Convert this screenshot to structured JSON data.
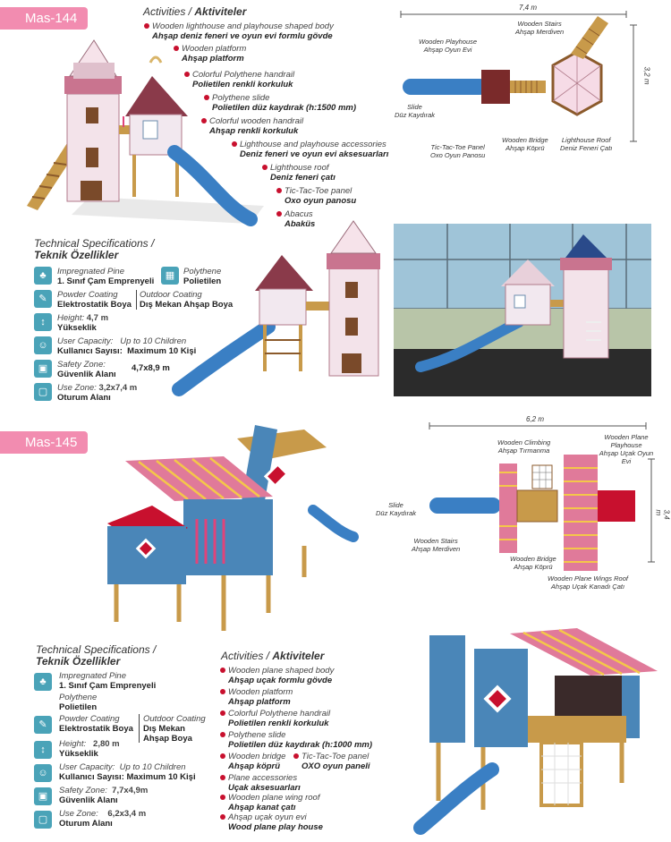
{
  "p1": {
    "badge": "Mas-144",
    "activities_title_en": "Activities /",
    "activities_title_tr": "Aktiviteler",
    "activities": [
      {
        "en": "Wooden lighthouse and playhouse shaped body",
        "tr": "Ahşap deniz feneri ve oyun evi formlu gövde"
      },
      {
        "en": "Wooden platform",
        "tr": "Ahşap platform"
      },
      {
        "en": "Colorful Polythene handrail",
        "tr": "Polietilen renkli korkuluk"
      },
      {
        "en": "Polythene slide",
        "tr": "Polietilen düz kaydırak (h:1500 mm)"
      },
      {
        "en": "Colorful wooden handrail",
        "tr": "Ahşap renkli korkuluk"
      },
      {
        "en": "Lighthouse and playhouse accessories",
        "tr": "Deniz feneri ve oyun evi aksesuarları"
      },
      {
        "en": "Lighthouse roof",
        "tr": "Deniz feneri çatı"
      },
      {
        "en": "Tic-Tac-Toe panel",
        "tr": "Oxo oyun panosu"
      },
      {
        "en": "Abacus",
        "tr": "Abaküs"
      }
    ],
    "spec_title_en": "Technical Specifications /",
    "spec_title_tr": "Teknik Özellikler",
    "specs": {
      "pine_en": "Impregnated Pine",
      "pine_tr": "1. Sınıf Çam Emprenyeli",
      "poly_en": "Polythene",
      "poly_tr": "Polietilen",
      "powder_en": "Powder Coating",
      "powder_tr": "Elektrostatik Boya",
      "outdoor_en": "Outdoor Coating",
      "outdoor_tr": "Dış Mekan Ahşap Boya",
      "height_en": "Height:",
      "height_tr": "Yükseklik",
      "height_val": "4,7 m",
      "capacity_en": "User Capacity:",
      "capacity_tr": "Kullanıcı Sayısı:",
      "capacity_val_en": "Up to 10 Children",
      "capacity_val_tr": "Maximum 10 Kişi",
      "safety_en": "Safety Zone:",
      "safety_tr": "Güvenlik Alanı",
      "safety_val": "4,7x8,9 m",
      "use_en": "Use Zone:",
      "use_val": "3,2x7,4 m",
      "use_tr": "Oturum Alanı"
    },
    "plan": {
      "width": "7,4 m",
      "depth": "3,2 m",
      "labels": {
        "playhouse_en": "Wooden Playhouse",
        "playhouse_tr": "Ahşap Oyun Evi",
        "stairs_en": "Wooden Stairs",
        "stairs_tr": "Ahşap Merdiven",
        "slide_en": "Slide",
        "slide_tr": "Düz Kaydırak",
        "tictac_en": "Tic-Tac-Toe Panel",
        "tictac_tr": "Oxo Oyun Panosu",
        "bridge_en": "Wooden Bridge",
        "bridge_tr": "Ahşap Köprü",
        "roof_en": "Lighthouse Roof",
        "roof_tr": "Deniz Feneri Çatı"
      }
    }
  },
  "p2": {
    "badge": "Mas-145",
    "activities_title_en": "Activities /",
    "activities_title_tr": "Aktiviteler",
    "activities": [
      {
        "en": "Wooden plane shaped body",
        "tr": "Ahşap uçak formlu gövde"
      },
      {
        "en": "Wooden platform",
        "tr": "Ahşap platform"
      },
      {
        "en": "Colorful Polythene handrail",
        "tr": "Polietilen renkli korkuluk"
      },
      {
        "en": "Polythene slide",
        "tr": "Polietilen düz kaydırak (h:1000 mm)"
      },
      {
        "en": "Wooden bridge",
        "tr": "Ahşap köprü"
      },
      {
        "en": "Plane accessories",
        "tr": "Uçak aksesuarları"
      },
      {
        "en": "Wooden plane wing roof",
        "tr": "Ahşap kanat çatı"
      },
      {
        "en": "Ahşap uçak oyun evi",
        "tr": "Wood plane play house"
      }
    ],
    "tictac_en": "Tic-Tac-Toe panel",
    "tictac_tr": "OXO oyun paneli",
    "spec_title_en": "Technical Specifications /",
    "spec_title_tr": "Teknik Özellikler",
    "specs": {
      "pine_en": "Impregnated Pine",
      "pine_tr": "1. Sınıf Çam Emprenyeli",
      "poly_en": "Polythene",
      "poly_tr": "Polietilen",
      "powder_en": "Powder Coating",
      "powder_tr": "Elektrostatik Boya",
      "outdoor_en": "Outdoor Coating",
      "outdoor_tr1": "Dış Mekan",
      "outdoor_tr2": "Ahşap Boya",
      "height_en": "Height:",
      "height_val": "2,80 m",
      "height_tr": "Yükseklik",
      "capacity_en": "User Capacity:",
      "capacity_val_en": "Up to 10 Children",
      "capacity_tr": "Kullanıcı Sayısı: Maximum 10 Kişi",
      "safety_en": "Safety Zone:",
      "safety_val": "7,7x4,9m",
      "safety_tr": "Güvenlik Alanı",
      "use_en": "Use Zone:",
      "use_val": "6,2x3,4 m",
      "use_tr": "Oturum Alanı"
    },
    "plan": {
      "width": "6,2 m",
      "depth": "3,4 m",
      "labels": {
        "climb_en": "Wooden Climbing",
        "climb_tr": "Ahşap Tırmanma",
        "plane_en": "Wooden Plane Playhouse",
        "plane_tr": "Ahşap Uçak Oyun Evi",
        "slide_en": "Slide",
        "slide_tr": "Düz Kaydırak",
        "stairs_en": "Wooden Stairs",
        "stairs_tr": "Ahşap Merdiven",
        "bridge_en": "Wooden Bridge",
        "bridge_tr": "Ahşap Köprü",
        "wings_en": "Wooden Plane Wings Roof",
        "wings_tr": "Ahşap Uçak Kanadı Çatı"
      }
    }
  }
}
